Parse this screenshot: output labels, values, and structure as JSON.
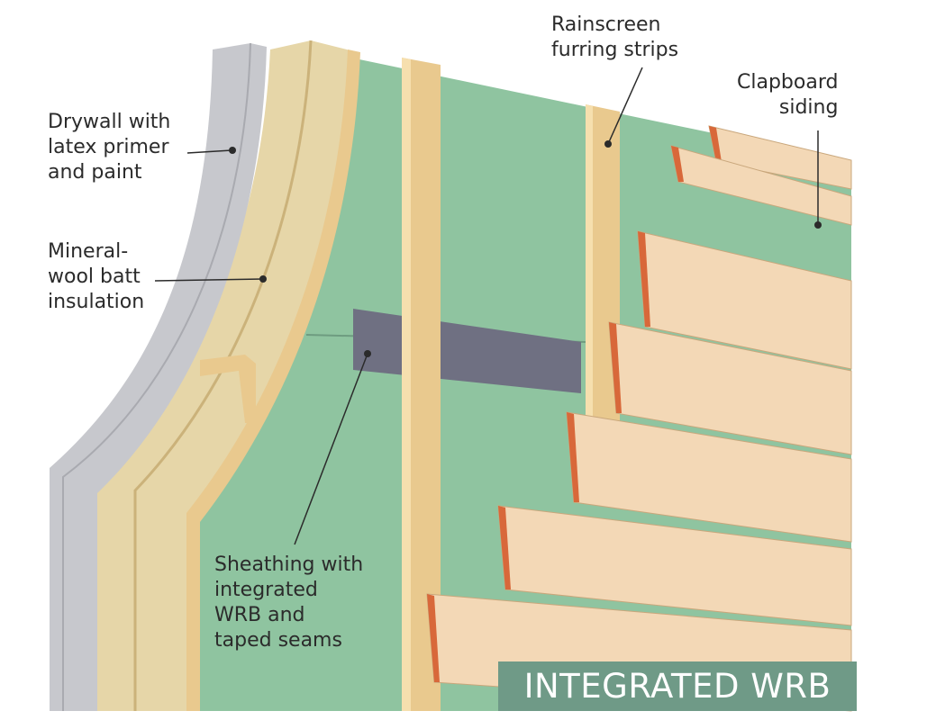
{
  "colors": {
    "drywall": "#c7c8cd",
    "insulation": "#e6d6a8",
    "sheathing": "#8fc4a0",
    "wood": "#e9c98e",
    "tape": "#6f7082",
    "siding": "#f3d8b6",
    "siding_edge": "#d8683a",
    "title_bg": "#6f9a87"
  },
  "labels": {
    "drywall": "Drywall with\nlatex primer\nand paint",
    "insulation": "Mineral-\nwool batt\ninsulation",
    "furring": "Rainscreen\nfurring strips",
    "siding": "Clapboard\nsiding",
    "sheathing": "Sheathing with\nintegrated\nWRB and\ntaped seams"
  },
  "title": "INTEGRATED WRB"
}
